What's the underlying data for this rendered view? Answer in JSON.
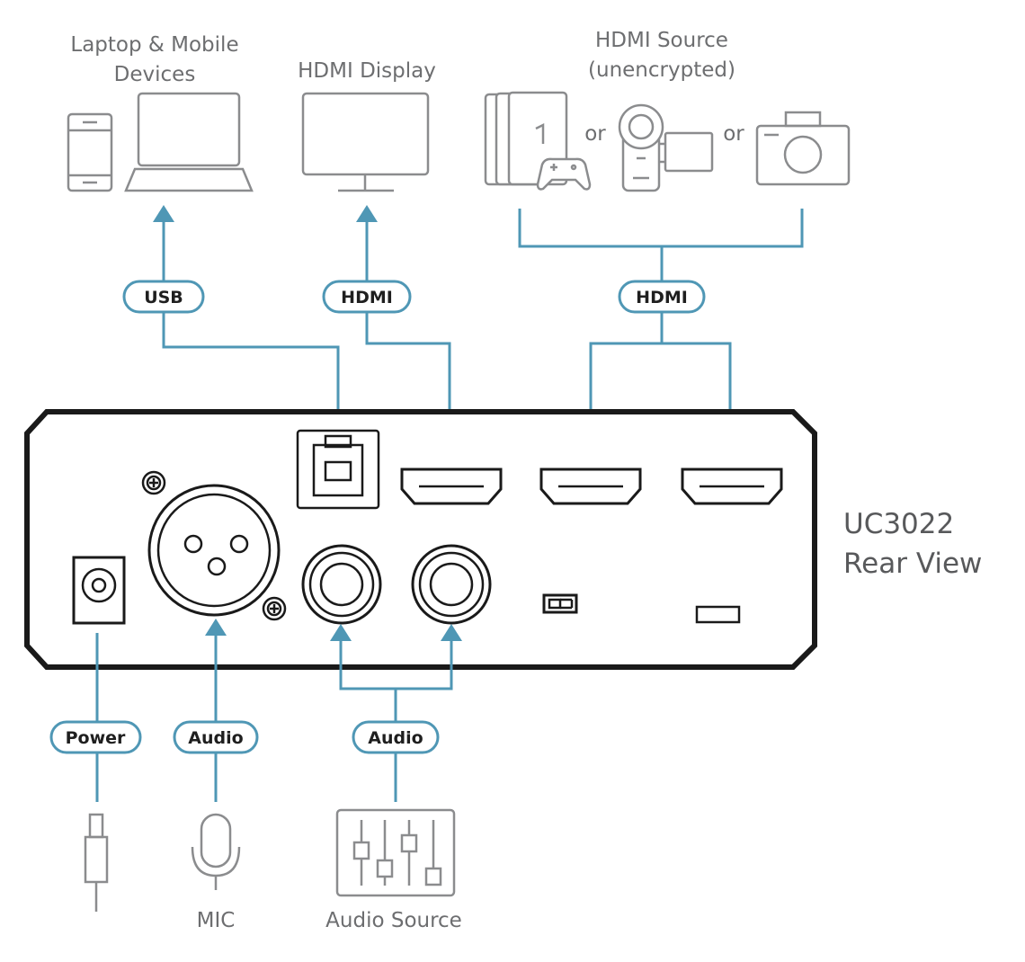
{
  "devices": {
    "laptop_mobile": [
      "Laptop & Mobile",
      "Devices"
    ],
    "hdmi_display": "HDMI Display",
    "hdmi_source": [
      "HDMI Source",
      "(unencrypted)"
    ],
    "or_1": "or",
    "or_2": "or",
    "mic": "MIC",
    "audio_source": "Audio Source"
  },
  "product": {
    "model": "UC3022",
    "view": "Rear View"
  },
  "connections": {
    "usb": "USB",
    "hdmi_out": "HDMI",
    "hdmi_in": "HDMI",
    "power": "Power",
    "audio_mic": "Audio",
    "audio_line": "Audio"
  },
  "colors": {
    "wire": "#4f97b5",
    "device_outline": "#8b8c8e",
    "unit_outline": "#1a1a1a"
  }
}
